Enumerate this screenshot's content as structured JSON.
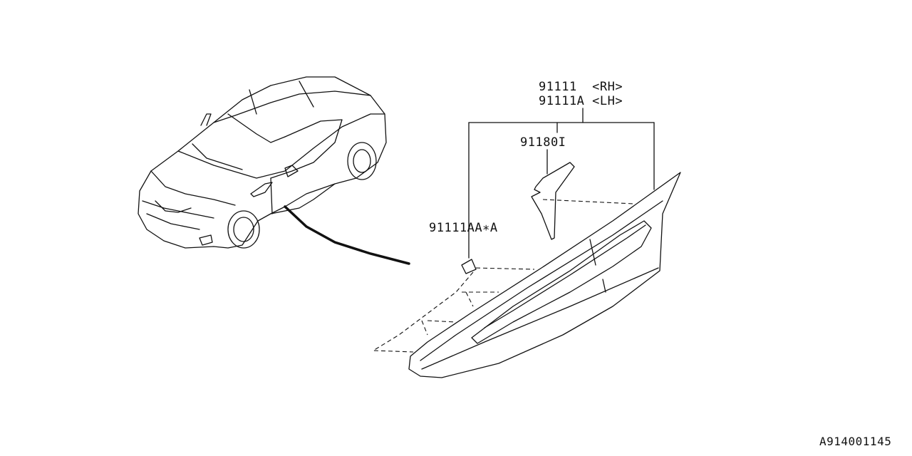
{
  "labels": {
    "part_rh": "91111  <RH>",
    "part_lh": "91111A <LH>",
    "part_insert": "91180I",
    "part_clip": "91111AA∗A",
    "diagram_code": "A914001145"
  },
  "colors": {
    "ink": "#111111",
    "background": "#ffffff"
  }
}
